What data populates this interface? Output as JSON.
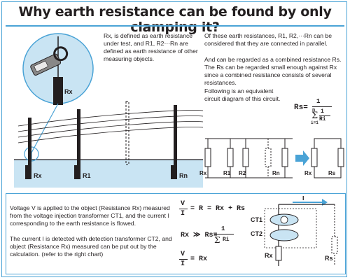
{
  "title": "Why earth resistance can be found by only clamping it?",
  "para1": "Rx, is defined as earth resistance under test, and R1, R2···Rn are defined as earth resistance of other measuring objects.",
  "para2": "Of these earth resistances, R1, R2,···Rn can be considered that they are connected in parallel.",
  "para3": "And can be regarded as a combined resistance Rs. The Rs can be regarded small enough against Rx since a combined resistance consists of several resistances.",
  "para4": "Following is an equivalent circuit diagram of this circuit.",
  "para5": "Voltage V is applied to the object (Resistance Rx) measured from the voltage injection transformer CT1, and the current I corresponding to the earth resistance is flowed.",
  "para6": "The current I is detected with detection transformer CT2, and object (Resistance Rx) measured can be put out by the calculation. (refer to the right chart)",
  "labels": {
    "rx": "Rx",
    "r1": "R1",
    "r2": "R2",
    "rn": "Rn",
    "rs": "Rs",
    "ct1": "CT1",
    "ct2": "CT2",
    "i": "I",
    "v": "V"
  },
  "formulas": {
    "rs_def_lhs": "Rs=",
    "rs_def_num": "1",
    "rs_def_sum": "n",
    "rs_def_sub": "i=1",
    "rs_def_den": "1",
    "rs_def_ri": "Ri",
    "eq1_lhs_num": "V",
    "eq1_lhs_den": "I",
    "eq1_rhs": "= R = Rx + Rs",
    "eq2_lhs": "Rx ≫ Rs=",
    "eq2_num": "1",
    "eq2_den": "Ri",
    "eq3_lhs_num": "V",
    "eq3_lhs_den": "I",
    "eq3_rhs": "= Rx"
  },
  "colors": {
    "accent": "#4aa3d6",
    "ground": "#c9e4f3",
    "dark": "#231f20"
  }
}
